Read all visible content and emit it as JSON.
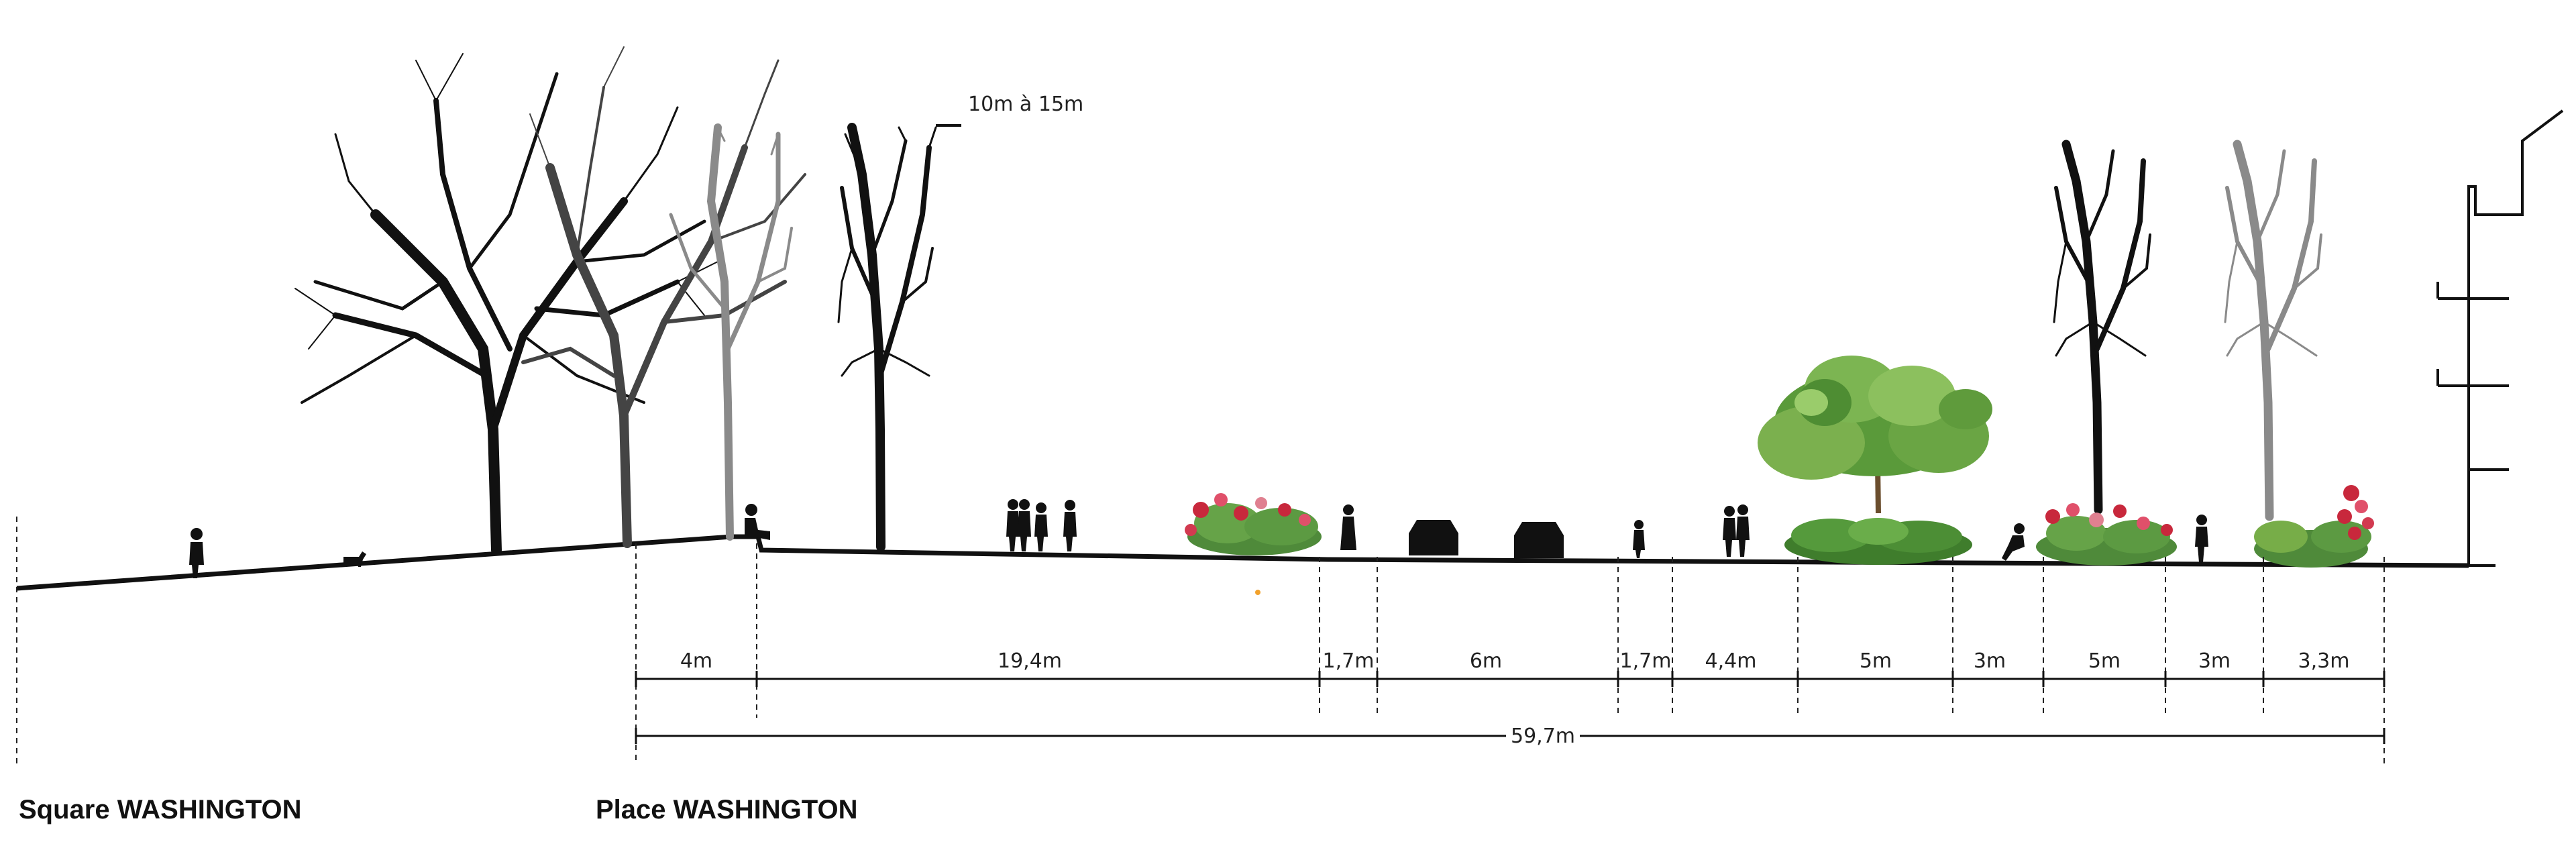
{
  "height_note": "10m à 15m",
  "dimensions": {
    "segments": [
      "4m",
      "19,4m",
      "1,7m",
      "6m",
      "1,7m",
      "4,4m",
      "5m",
      "3m",
      "5m",
      "3m",
      "3,3m"
    ],
    "total": "59,7m"
  },
  "labels": {
    "left": "Square WASHINGTON",
    "right": "Place WASHINGTON"
  },
  "colors": {
    "ink": "#111111",
    "tree_grey": "#8a8a8a",
    "bloom_red": "#c8283c",
    "foliage_green": "#5a9a3a",
    "accent_dot": "#f2a12b"
  }
}
